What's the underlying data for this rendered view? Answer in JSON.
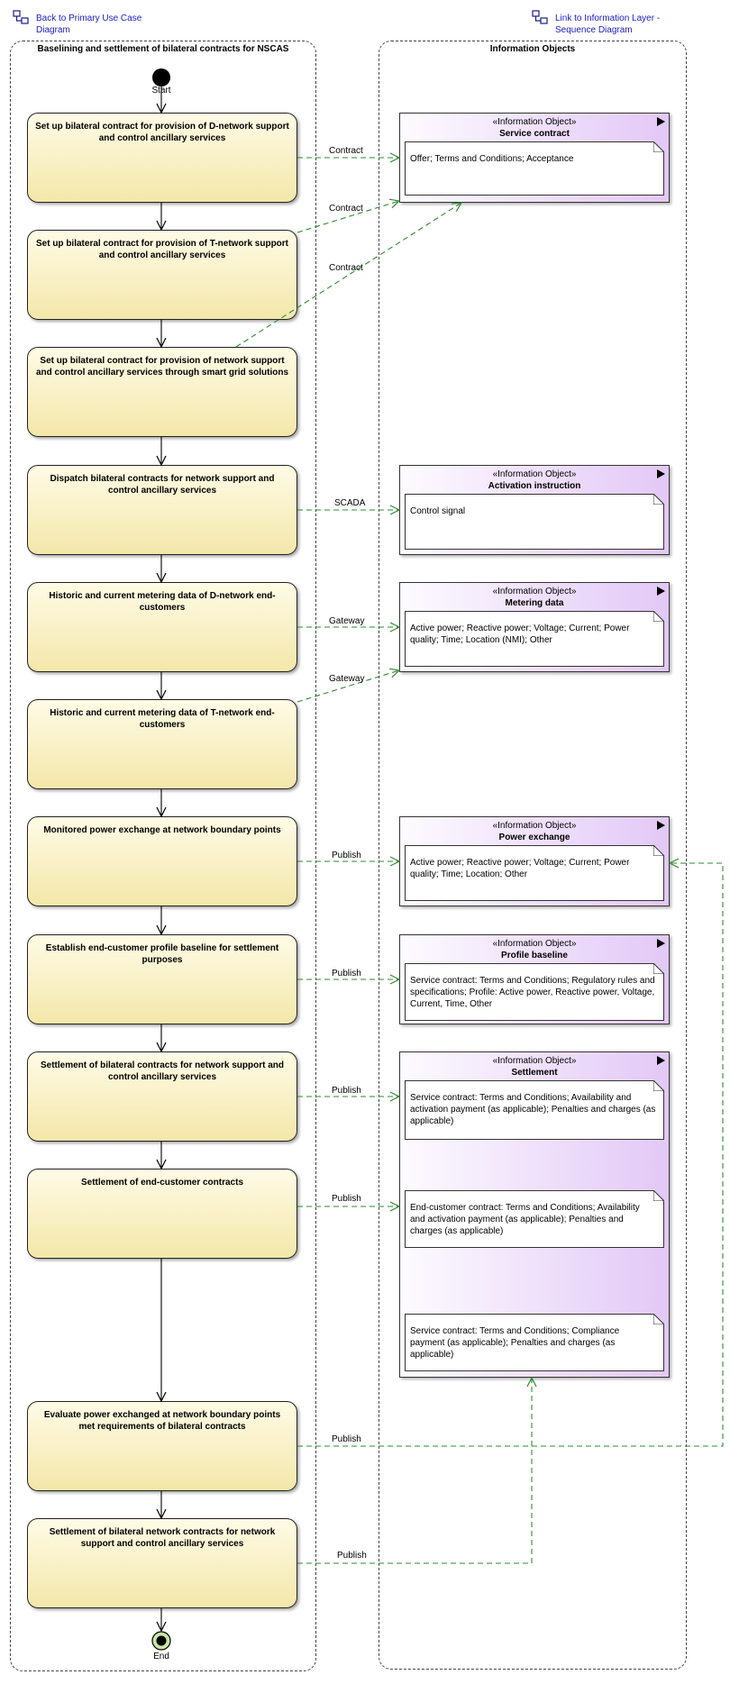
{
  "links": {
    "back": "Back to Primary Use Case Diagram",
    "info_layer": "Link to Information Layer - Sequence Diagram"
  },
  "lanes": {
    "left_title": "Baselining and settlement of bilateral contracts for NSCAS",
    "right_title": "Information Objects"
  },
  "nodes": {
    "start": "Start",
    "end": "End"
  },
  "activities": [
    "Set up bilateral contract for provision of D-network support and control ancillary services",
    "Set up bilateral contract for provision of T-network support and control ancillary services",
    "Set up bilateral contract for provision of network support and control ancillary services through smart grid solutions",
    "Dispatch bilateral contracts for network support and control ancillary services",
    "Historic and current metering data of D-network end-customers",
    "Historic and current metering data of T-network end-customers",
    "Monitored power exchange at network boundary points",
    "Establish end-customer profile baseline for settlement purposes",
    "Settlement of bilateral contracts for network support and control ancillary services",
    "Settlement of end-customer contracts",
    "Evaluate power exchanged at network boundary points met requirements of bilateral contracts",
    "Settlement of bilateral network contracts for network support and control ancillary services"
  ],
  "info_objects": [
    {
      "stereotype": "«Information Object»",
      "name": "Service contract",
      "notes": [
        "Offer; Terms and Conditions; Acceptance"
      ]
    },
    {
      "stereotype": "«Information Object»",
      "name": "Activation instruction",
      "notes": [
        "Control signal"
      ]
    },
    {
      "stereotype": "«Information Object»",
      "name": "Metering data",
      "notes": [
        "Active power; Reactive power; Voltage; Current; Power quality; Time; Location (NMI); Other"
      ]
    },
    {
      "stereotype": "«Information Object»",
      "name": "Power exchange",
      "notes": [
        "Active power; Reactive power; Voltage; Current; Power quality; Time; Location; Other"
      ]
    },
    {
      "stereotype": "«Information Object»",
      "name": "Profile baseline",
      "notes": [
        "Service contract: Terms and Conditions; Regulatory rules and specifications; Profile: Active power, Reactive power, Voltage, Current, Time, Other"
      ]
    },
    {
      "stereotype": "«Information Object»",
      "name": "Settlement",
      "notes": [
        "Service contract: Terms and Conditions; Availability and activation payment (as applicable); Penalties and charges (as applicable)",
        "End-customer contract: Terms and Conditions; Availability and activation payment (as applicable); Penalties and charges (as applicable)",
        "Service contract: Terms and Conditions; Compliance payment (as applicable); Penalties and charges (as applicable)"
      ]
    }
  ],
  "flow_labels": [
    "Contract",
    "Contract",
    "Contract",
    "SCADA",
    "Gateway",
    "Gateway",
    "Publish",
    "Publish",
    "Publish",
    "Publish",
    "Publish",
    "Publish"
  ],
  "colors": {
    "activity_fill": "#f3e7aa",
    "info_object_fill": "#e2c8f6",
    "flow_line": "#2e8b2e",
    "link_text": "#1a1acc"
  }
}
